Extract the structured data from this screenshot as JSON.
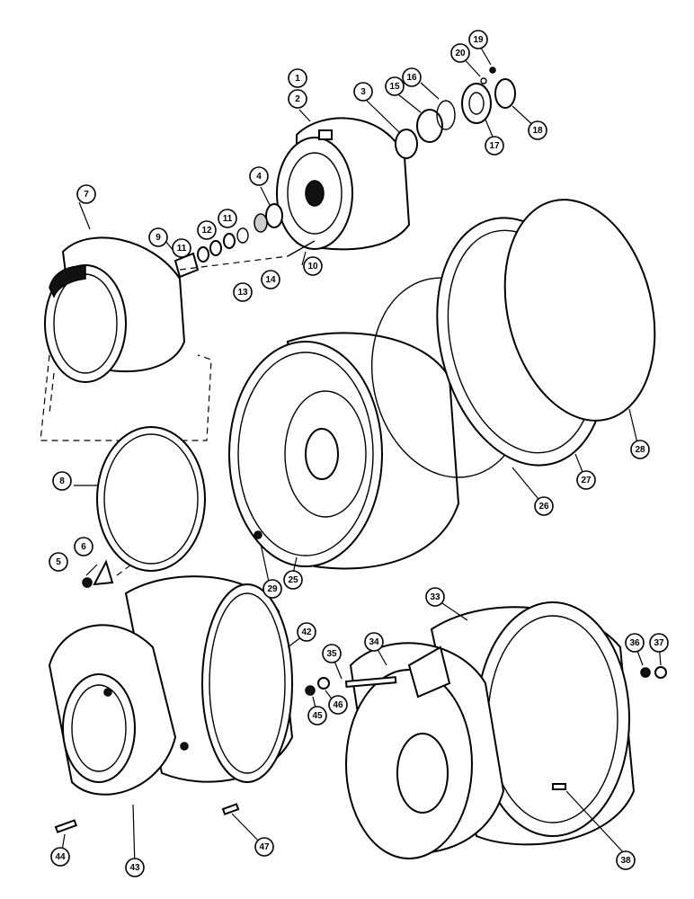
{
  "callouts": [
    {
      "id": "c1",
      "label": "1"
    },
    {
      "id": "c2",
      "label": "2"
    },
    {
      "id": "c3",
      "label": "3"
    },
    {
      "id": "c4",
      "label": "4"
    },
    {
      "id": "c5",
      "label": "5"
    },
    {
      "id": "c6",
      "label": "6"
    },
    {
      "id": "c7",
      "label": "7"
    },
    {
      "id": "c8",
      "label": "8"
    },
    {
      "id": "c9",
      "label": "9"
    },
    {
      "id": "c10",
      "label": "10"
    },
    {
      "id": "c11a",
      "label": "11"
    },
    {
      "id": "c11b",
      "label": "11"
    },
    {
      "id": "c12",
      "label": "12"
    },
    {
      "id": "c13",
      "label": "13"
    },
    {
      "id": "c14",
      "label": "14"
    },
    {
      "id": "c15",
      "label": "15"
    },
    {
      "id": "c16",
      "label": "16"
    },
    {
      "id": "c17",
      "label": "17"
    },
    {
      "id": "c18",
      "label": "18"
    },
    {
      "id": "c19",
      "label": "19"
    },
    {
      "id": "c20",
      "label": "20"
    },
    {
      "id": "c25",
      "label": "25"
    },
    {
      "id": "c26",
      "label": "26"
    },
    {
      "id": "c27",
      "label": "27"
    },
    {
      "id": "c28",
      "label": "28"
    },
    {
      "id": "c29",
      "label": "29"
    },
    {
      "id": "c33",
      "label": "33"
    },
    {
      "id": "c34",
      "label": "34"
    },
    {
      "id": "c35",
      "label": "35"
    },
    {
      "id": "c36",
      "label": "36"
    },
    {
      "id": "c37",
      "label": "37"
    },
    {
      "id": "c38",
      "label": "38"
    },
    {
      "id": "c42",
      "label": "42"
    },
    {
      "id": "c43",
      "label": "43"
    },
    {
      "id": "c44",
      "label": "44"
    },
    {
      "id": "c45",
      "label": "45"
    },
    {
      "id": "c46",
      "label": "46"
    },
    {
      "id": "c47",
      "label": "47"
    }
  ]
}
